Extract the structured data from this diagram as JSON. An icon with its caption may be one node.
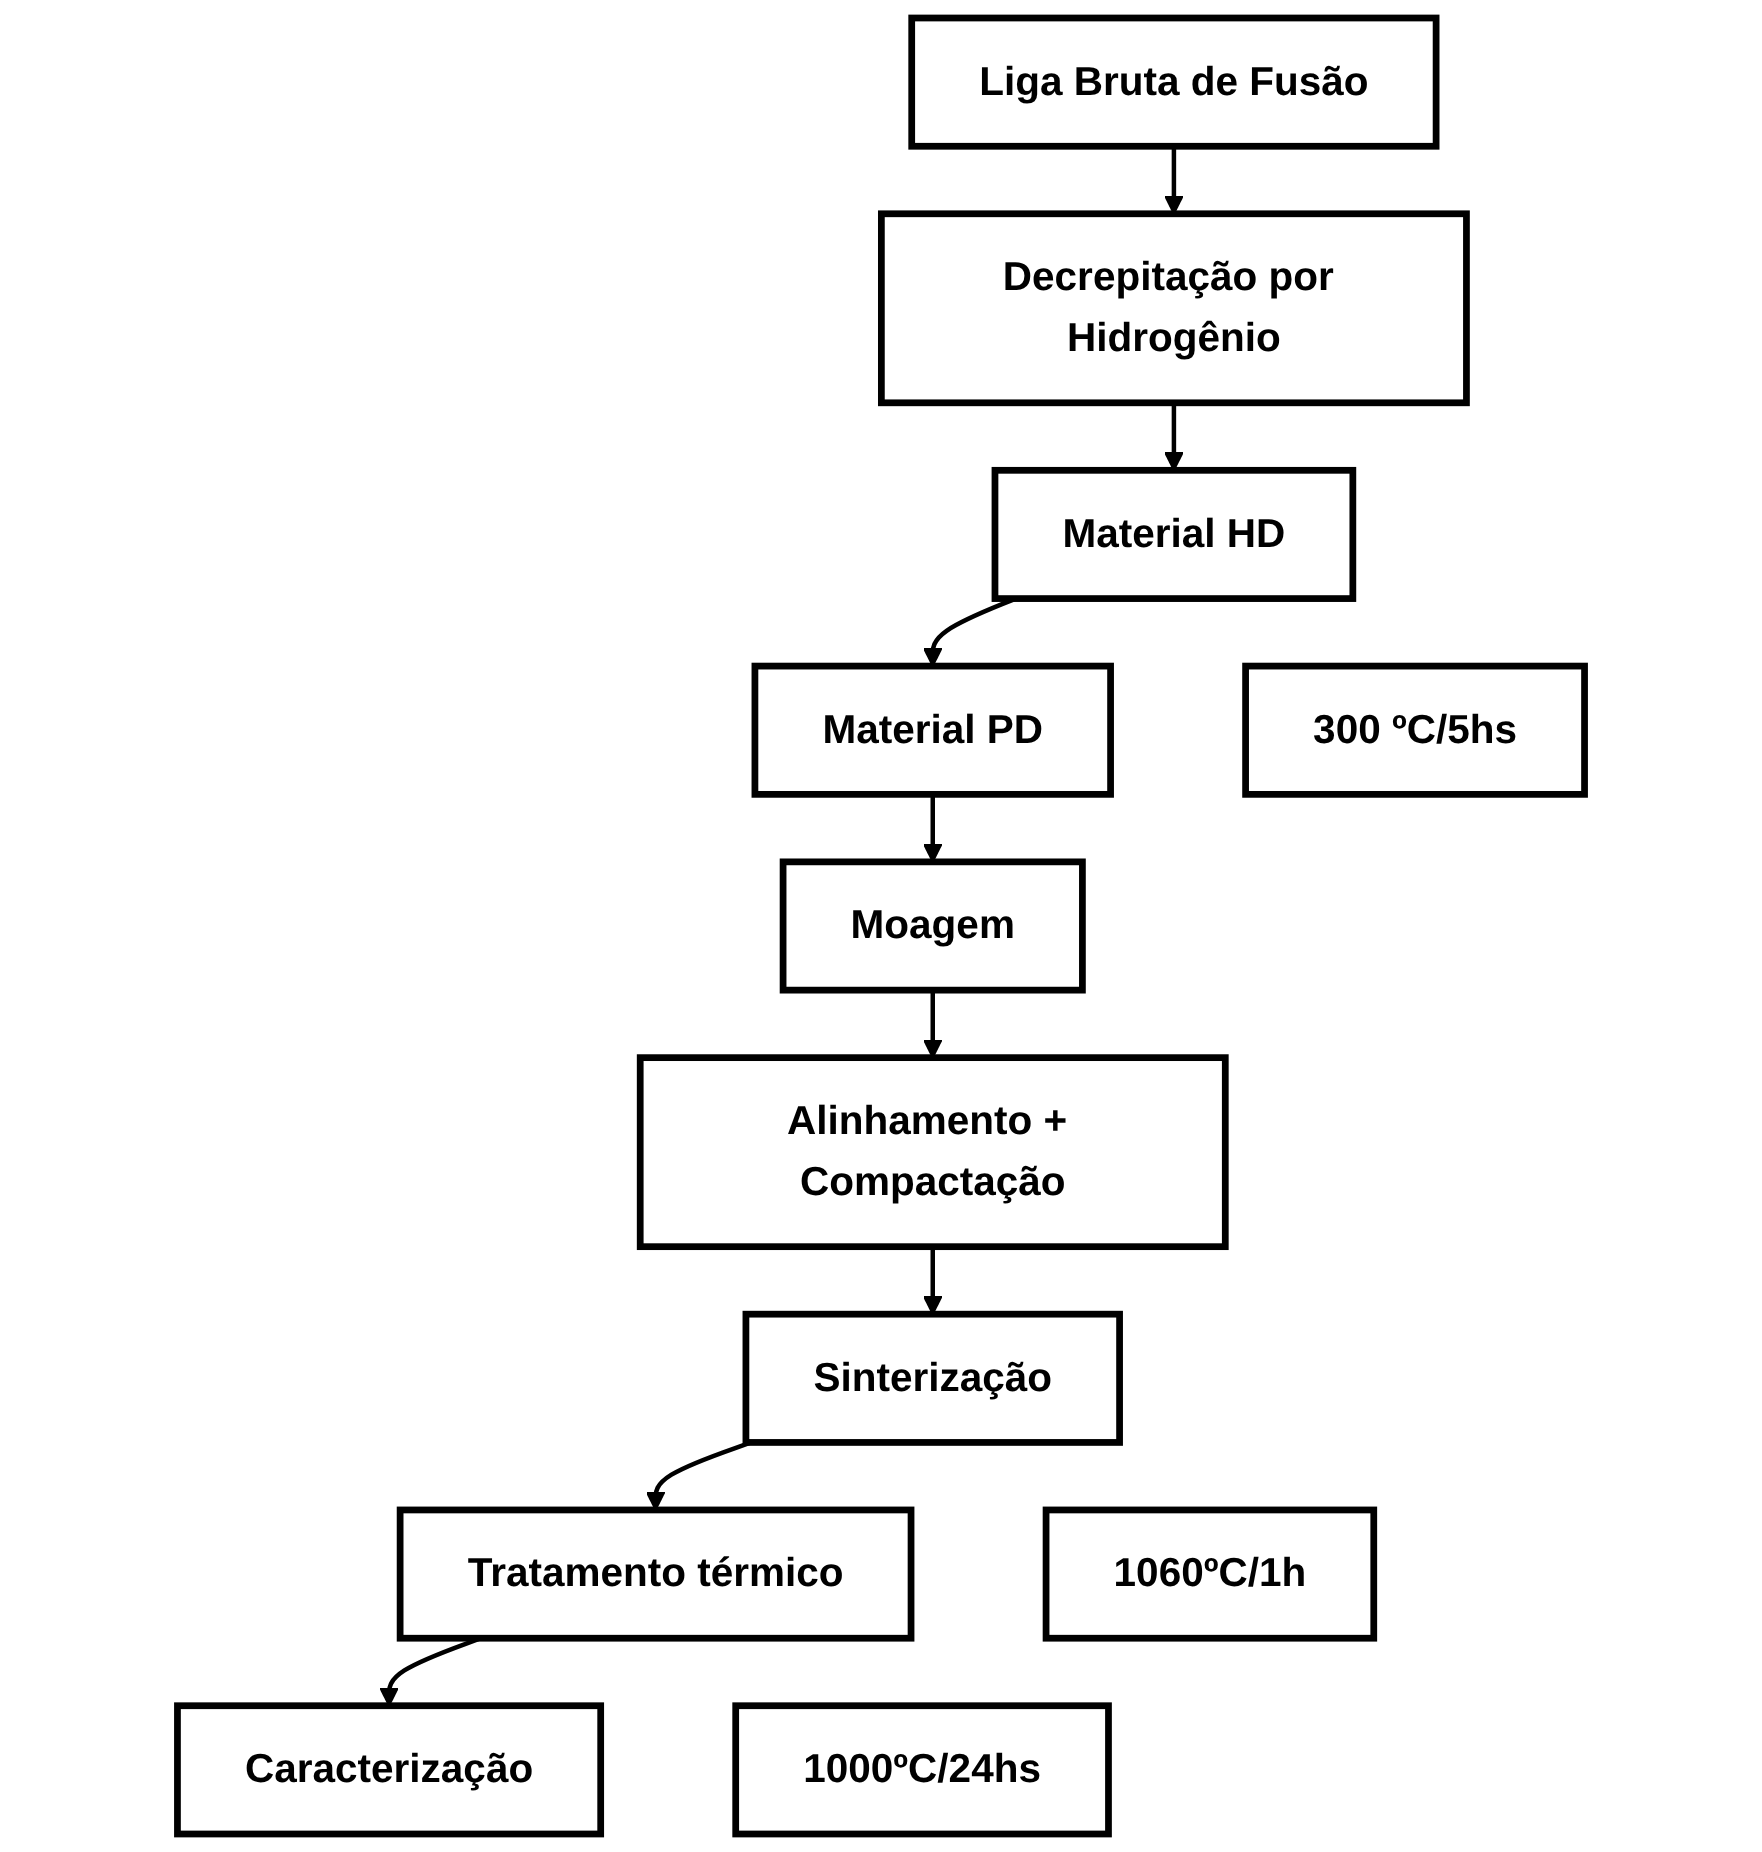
{
  "diagram": {
    "nodes": [
      {
        "text": [
          "Liga Bruta de Fusão"
        ]
      },
      {
        "text": [
          "Decrepitação por Hidrogênio"
        ]
      },
      {
        "text": [
          "Material HD"
        ]
      },
      {
        "text": [
          "Material PD"
        ]
      },
      {
        "text": [
          "Moagem"
        ]
      },
      {
        "text": [
          "Alinhamento + Compactação"
        ]
      },
      {
        "text": [
          "Sinterização"
        ]
      },
      {
        "text": [
          "Tratamento térmico"
        ]
      },
      {
        "text": [
          "Caracterização"
        ]
      },
      {
        "text": [
          "300 ºC/5hs"
        ]
      },
      {
        "text": [
          "1060ºC/1h"
        ]
      },
      {
        "text": [
          "1000ºC/24hs"
        ]
      }
    ],
    "edges": [
      {
        "from": 0,
        "to": 1,
        "arrow": "to"
      },
      {
        "from": 1,
        "to": 2,
        "arrow": "to"
      },
      {
        "from": 2,
        "to": 3,
        "arrow": "to"
      },
      {
        "from": 3,
        "to": 4,
        "arrow": "to"
      },
      {
        "from": 4,
        "to": 5,
        "arrow": "to"
      },
      {
        "from": 5,
        "to": 6,
        "arrow": "to"
      },
      {
        "from": 6,
        "to": 7,
        "arrow": "to"
      },
      {
        "from": 7,
        "to": 8,
        "arrow": "to"
      }
    ]
  }
}
